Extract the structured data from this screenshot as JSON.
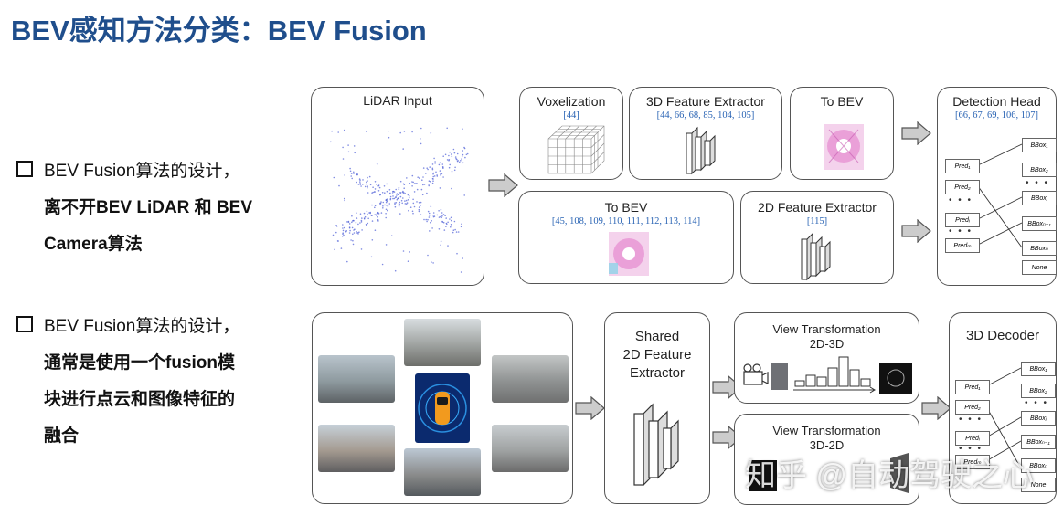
{
  "title": "BEV感知方法分类：BEV Fusion",
  "bullets": [
    {
      "line1": "BEV Fusion算法的设计，",
      "bold_lines": [
        "离不开BEV LiDAR 和 BEV",
        "Camera算法"
      ]
    },
    {
      "line1": "BEV Fusion算法的设计，",
      "bold_lines": [
        "通常是使用一个fusion模",
        "块进行点云和图像特征的",
        "融合"
      ]
    }
  ],
  "top_diagram": {
    "lidar_input": "LiDAR Input",
    "voxelization": {
      "label": "Voxelization",
      "cite": "[44]"
    },
    "feature3d": {
      "label": "3D Feature Extractor",
      "cite": "[44, 66, 68, 85, 104, 105]"
    },
    "to_bev_1": {
      "label": "To BEV"
    },
    "to_bev_2": {
      "label": "To BEV",
      "cite": "[45, 108, 109, 110, 111, 112, 113, 114]"
    },
    "feature2d": {
      "label": "2D Feature Extractor",
      "cite": "[115]"
    },
    "detection_head": {
      "label": "Detection Head",
      "cite": "[66, 67, 69, 106, 107]",
      "preds": [
        "Pred₁",
        "Pred₂",
        "Predᵢ",
        "Predₘ"
      ],
      "bboxes": [
        "BBox₁",
        "BBox₂",
        "BBoxⱼ",
        "BBoxₙ₋₁",
        "BBoxₙ",
        "None"
      ]
    }
  },
  "bottom_diagram": {
    "shared_extractor": [
      "Shared",
      "2D Feature",
      "Extractor"
    ],
    "view_2d3d": {
      "label1": "View Transformation",
      "label2": "2D-3D"
    },
    "view_3d2d": {
      "label1": "View Transformation",
      "label2": "3D-2D"
    },
    "decoder": {
      "label": "3D Decoder",
      "preds": [
        "Pred₁",
        "Pred₂",
        "Predᵢ",
        "Predₘ"
      ],
      "bboxes": [
        "BBox₁",
        "BBox₂",
        "BBoxⱼ",
        "BBoxₙ₋₁",
        "BBoxₙ",
        "None"
      ]
    }
  },
  "watermark": "知乎 @自动驾驶之心",
  "colors": {
    "title": "#1f4e8c",
    "cite": "#2a64b4",
    "box_border": "#555555",
    "lidar_points": "#4a5bd6",
    "bev_pink": "#e58ad0"
  }
}
